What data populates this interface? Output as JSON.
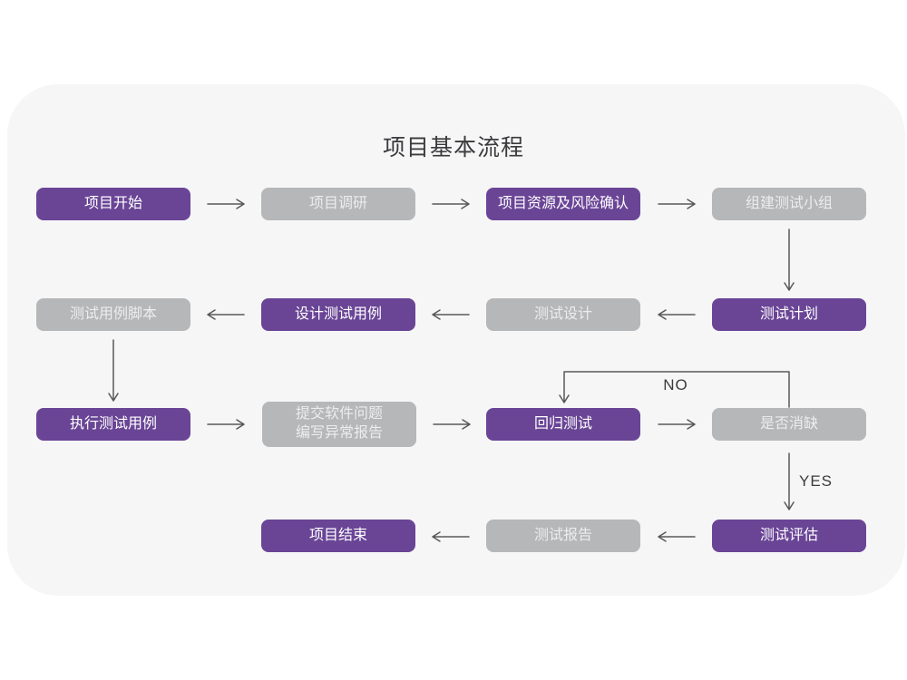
{
  "title": "项目基本流程",
  "labels": {
    "no": "NO",
    "yes": "YES"
  },
  "colors": {
    "purple_node": "#6a4596",
    "gray_node": "#b6b7b8",
    "card_background": "#f6f6f7",
    "page_background": "#ffffff",
    "arrow": "#58585a",
    "title_text": "#3b3b3d",
    "purple_node_text": "#ffffff",
    "gray_node_text": "#ededee"
  },
  "nodes": [
    {
      "label": "项目开始",
      "variant": "purple"
    },
    {
      "label": "项目调研",
      "variant": "gray"
    },
    {
      "label": "项目资源及风险确认",
      "variant": "purple"
    },
    {
      "label": "组建测试小组",
      "variant": "gray"
    },
    {
      "label": "测试计划",
      "variant": "purple"
    },
    {
      "label": "测试设计",
      "variant": "gray"
    },
    {
      "label": "设计测试用例",
      "variant": "purple"
    },
    {
      "label": "测试用例脚本",
      "variant": "gray"
    },
    {
      "label": "执行测试用例",
      "variant": "purple"
    },
    {
      "label": "提交软件问题\n编写异常报告",
      "variant": "gray"
    },
    {
      "label": "回归测试",
      "variant": "purple"
    },
    {
      "label": "是否消缺",
      "variant": "gray"
    },
    {
      "label": "测试评估",
      "variant": "purple"
    },
    {
      "label": "测试报告",
      "variant": "gray"
    },
    {
      "label": "项目结束",
      "variant": "purple"
    }
  ]
}
